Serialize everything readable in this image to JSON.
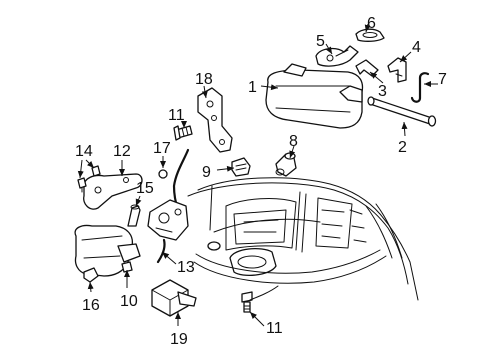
{
  "callouts": {
    "c1": "1",
    "c2": "2",
    "c3": "3",
    "c4": "4",
    "c5": "5",
    "c6": "6",
    "c7": "7",
    "c8": "8",
    "c9": "9",
    "c10": "10",
    "c11a": "11",
    "c11b": "11",
    "c12": "12",
    "c13": "13",
    "c14": "14",
    "c15": "15",
    "c16": "16",
    "c17": "17",
    "c18": "18",
    "c19": "19"
  },
  "colors": {
    "line": "#111111",
    "background": "#ffffff"
  }
}
